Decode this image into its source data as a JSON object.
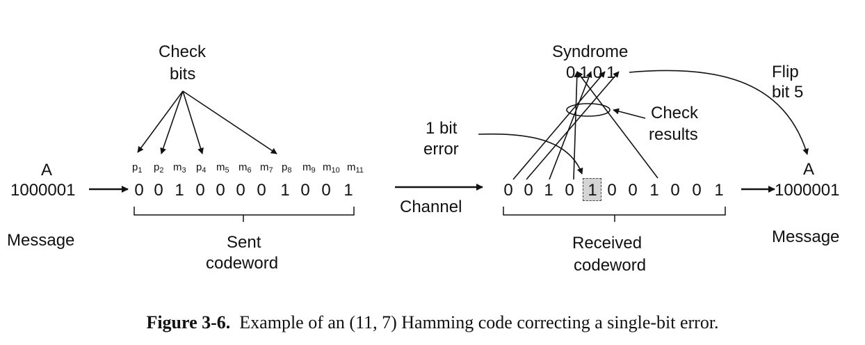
{
  "check_bits_label": [
    "Check",
    "bits"
  ],
  "sent": {
    "message_letter": "A",
    "message_bits": "1000001",
    "message_label": "Message",
    "positions": [
      {
        "letter": "p",
        "num": "1"
      },
      {
        "letter": "p",
        "num": "2"
      },
      {
        "letter": "m",
        "num": "3"
      },
      {
        "letter": "p",
        "num": "4"
      },
      {
        "letter": "m",
        "num": "5"
      },
      {
        "letter": "m",
        "num": "6"
      },
      {
        "letter": "m",
        "num": "7"
      },
      {
        "letter": "p",
        "num": "8"
      },
      {
        "letter": "m",
        "num": "9"
      },
      {
        "letter": "m",
        "num": "10"
      },
      {
        "letter": "m",
        "num": "11"
      }
    ],
    "bits": [
      "0",
      "0",
      "1",
      "0",
      "0",
      "0",
      "0",
      "1",
      "0",
      "0",
      "1"
    ],
    "codeword_label": [
      "Sent",
      "codeword"
    ]
  },
  "channel_label": "Channel",
  "error_label": [
    "1 bit",
    "error"
  ],
  "syndrome_label": "Syndrome",
  "syndrome_bits": [
    "0",
    "1",
    "0",
    "1"
  ],
  "check_results_label": [
    "Check",
    "results"
  ],
  "flip_label": [
    "Flip",
    "bit 5"
  ],
  "received": {
    "bits": [
      "0",
      "0",
      "1",
      "0",
      "1",
      "0",
      "0",
      "1",
      "0",
      "0",
      "1"
    ],
    "error_bit_index": 4,
    "codeword_label": [
      "Received",
      "codeword"
    ],
    "message_letter": "A",
    "message_bits": "1000001",
    "message_label": "Message"
  },
  "caption": {
    "figure": "Figure 3-6.",
    "text": "Example of an (11, 7) Hamming code correcting a single-bit error."
  }
}
